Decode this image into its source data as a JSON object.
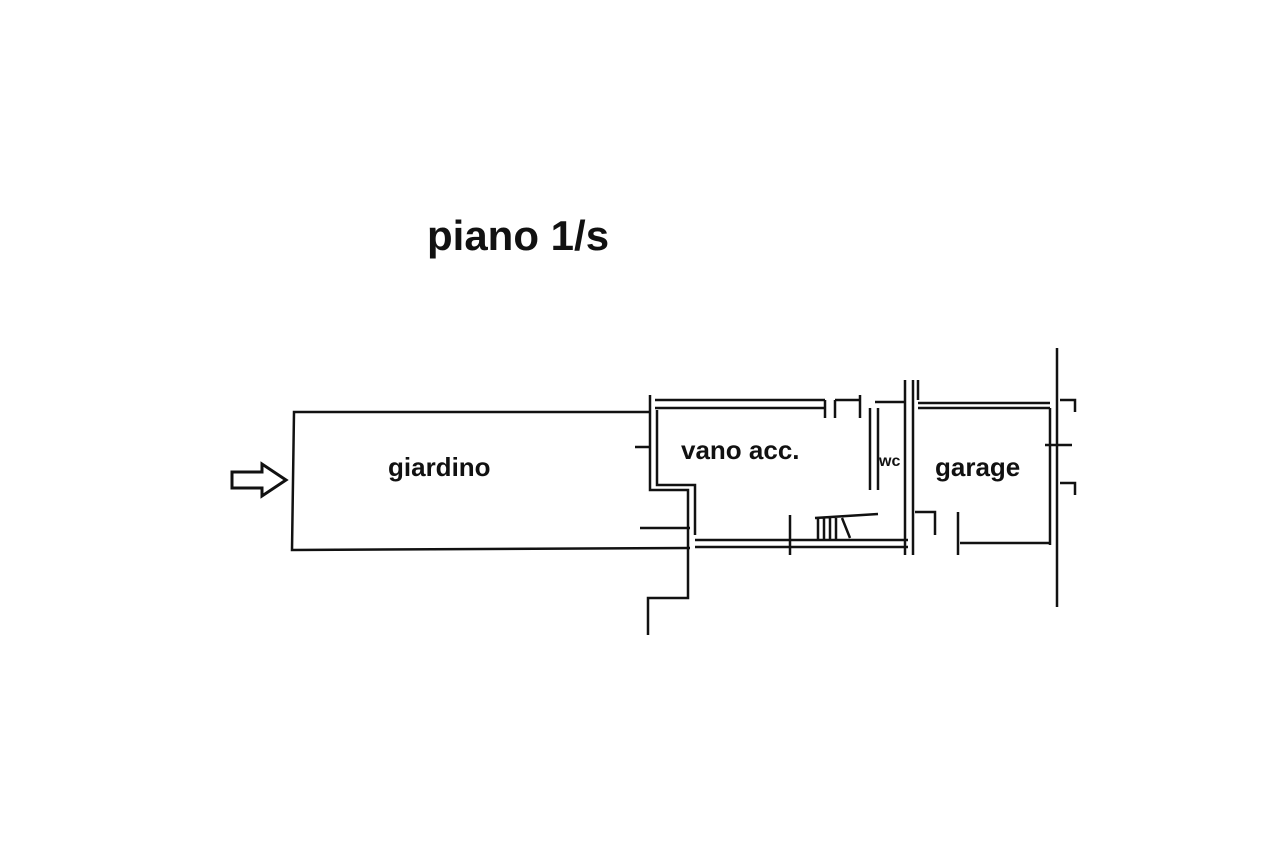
{
  "title": "piano 1/s",
  "rooms": {
    "giardino": "giardino",
    "vano": "vano acc.",
    "wc": "wc",
    "garage": "garage"
  },
  "icons": {
    "entrance": "entrance-arrow-icon"
  },
  "colors": {
    "ink": "#111111",
    "background": "#ffffff"
  }
}
